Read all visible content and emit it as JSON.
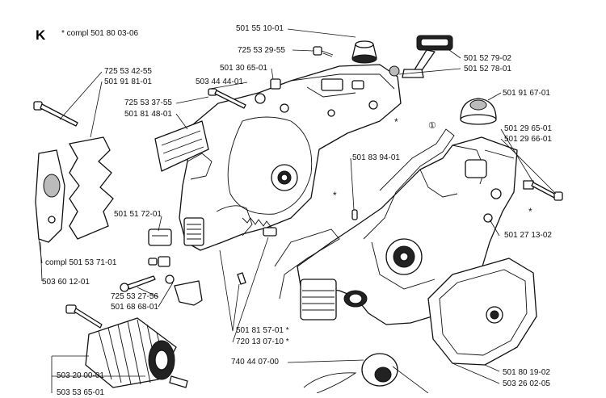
{
  "section": {
    "letter": "K",
    "compl_note": "* compl 501 80 03-06"
  },
  "labels": [
    {
      "id": "p1",
      "text": "501 55 10-01"
    },
    {
      "id": "p2",
      "text": "725 53 29-55"
    },
    {
      "id": "p3",
      "text": "501 30 65-01"
    },
    {
      "id": "p4",
      "text": "503 44 44-01"
    },
    {
      "id": "p5",
      "text": "725 53 42-55"
    },
    {
      "id": "p6",
      "text": "501 91 81-01"
    },
    {
      "id": "p7",
      "text": "725 53 37-55"
    },
    {
      "id": "p8",
      "text": "501 81 48-01"
    },
    {
      "id": "p9",
      "text": "501 52 79-02"
    },
    {
      "id": "p10",
      "text": "501 52 78-01"
    },
    {
      "id": "p11",
      "text": "501 91 67-01"
    },
    {
      "id": "p12",
      "text": "501 29 65-01"
    },
    {
      "id": "p13",
      "text": "501 29 66-01"
    },
    {
      "id": "p14",
      "text": "501 83 94-01"
    },
    {
      "id": "p15",
      "text": "501 51 72-01"
    },
    {
      "id": "p16",
      "text": "501 27 13-02"
    },
    {
      "id": "p17",
      "text": "compl 501 53 71-01"
    },
    {
      "id": "p18",
      "text": "503 60 12-01"
    },
    {
      "id": "p19",
      "text": "725 53 27-56"
    },
    {
      "id": "p20",
      "text": "501 68 68-01"
    },
    {
      "id": "p21",
      "text": "501 81 57-01 *"
    },
    {
      "id": "p22",
      "text": "720 13 07-10 *"
    },
    {
      "id": "p23",
      "text": "740 44 07-00"
    },
    {
      "id": "p24",
      "text": "503 20 00-01"
    },
    {
      "id": "p25",
      "text": "503 53 65-01"
    },
    {
      "id": "p26",
      "text": "501 80 19-02"
    },
    {
      "id": "p27",
      "text": "503 26 02-05"
    }
  ],
  "markers": [
    {
      "id": "m1",
      "text": "*"
    },
    {
      "id": "m2",
      "text": "*"
    },
    {
      "id": "m3",
      "text": "*"
    },
    {
      "id": "m4",
      "text": "①"
    }
  ]
}
